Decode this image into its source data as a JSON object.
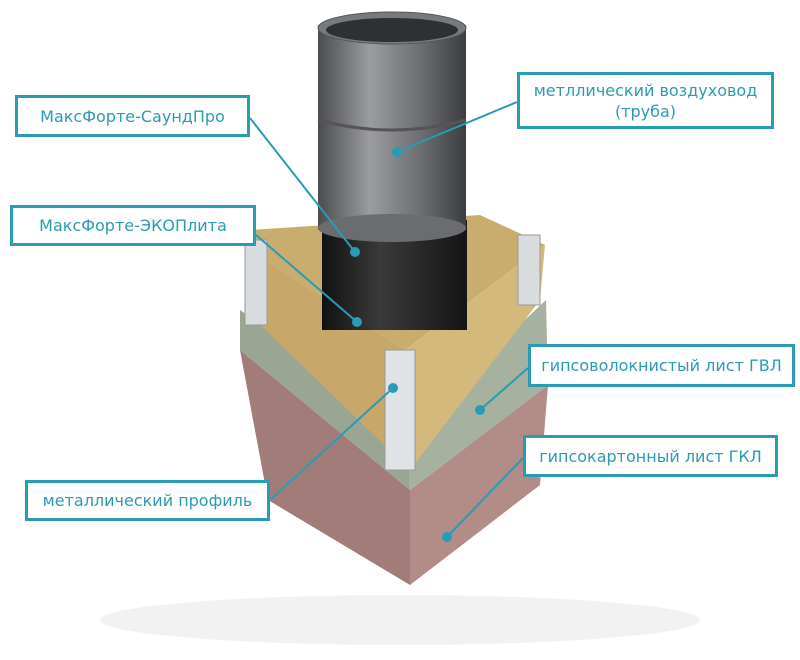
{
  "accent_color": "#2a9bb5",
  "labels": {
    "soundpro": "МаксФорте-СаундПро",
    "ecoplita": "МаксФорте-ЭКОПлита",
    "duct_line1": "метллический воздуховод",
    "duct_line2": "(труба)",
    "gvl": "гипсоволокнистый лист ГВЛ",
    "gkl": "гипсокартонный лист ГКЛ",
    "profile": "металлический профиль"
  }
}
